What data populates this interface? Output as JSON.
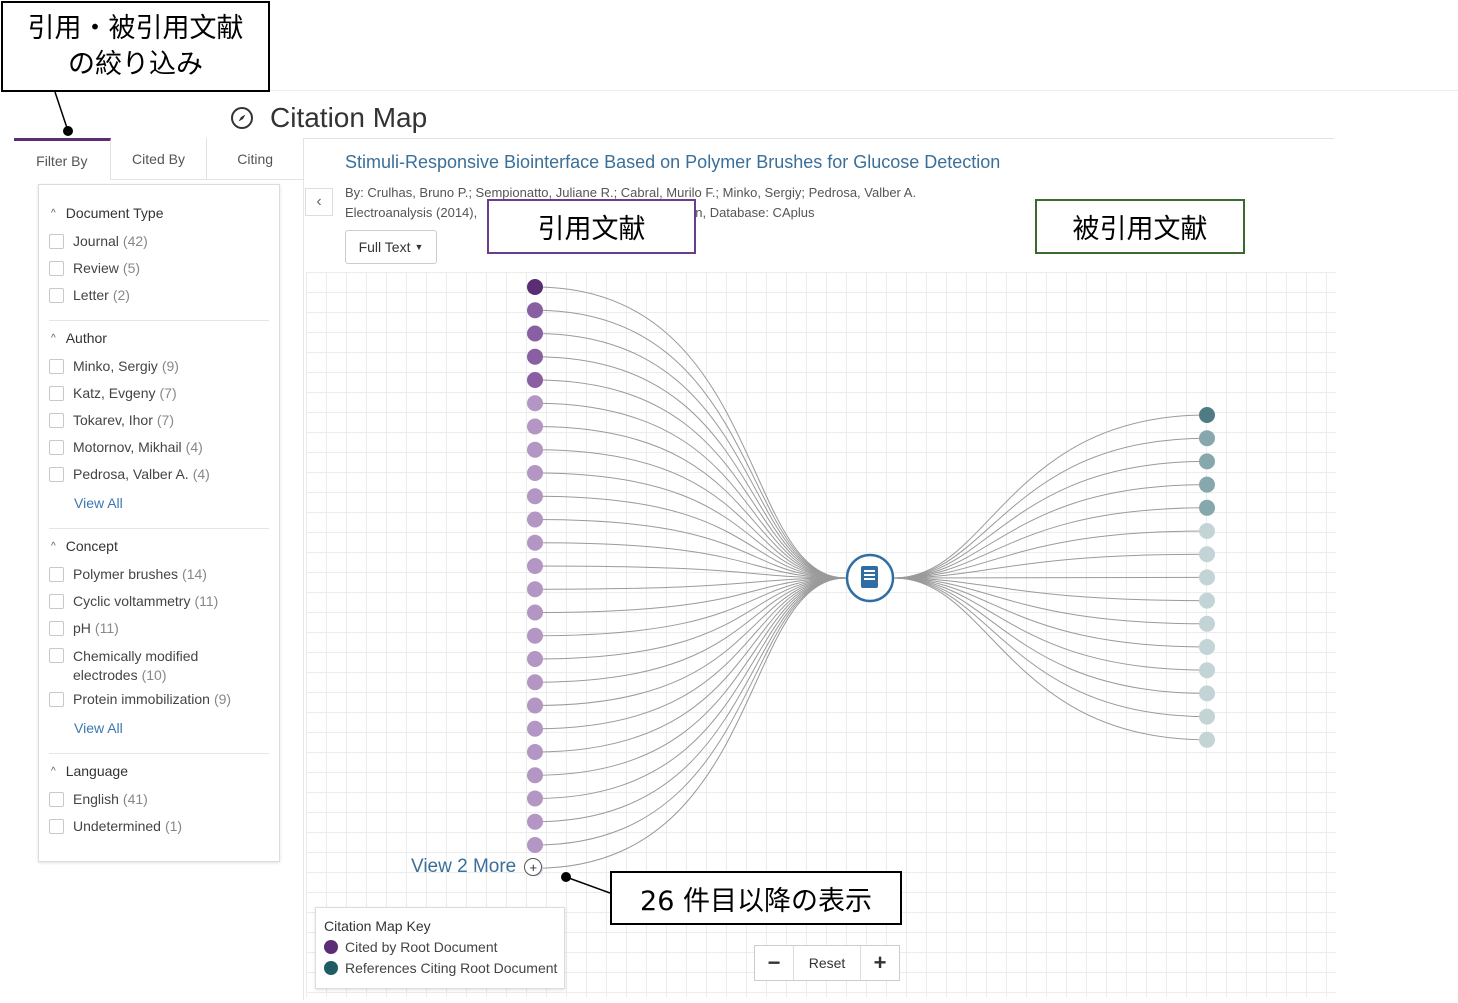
{
  "annotations": {
    "filter_callout_line1": "引用・被引用文献",
    "filter_callout_line2": "の絞り込み",
    "cited_label": "引用文献",
    "citing_label": "被引用文献",
    "more_label": "26 件目以降の表示"
  },
  "header": {
    "title": "Citation Map",
    "icon": "compass-icon"
  },
  "tabs": [
    {
      "label": "Filter By",
      "active": true
    },
    {
      "label": "Cited By",
      "active": false
    },
    {
      "label": "Citing",
      "active": false
    }
  ],
  "filters": {
    "document_type": {
      "heading": "Document Type",
      "options": [
        {
          "label": "Journal",
          "count": "(42)"
        },
        {
          "label": "Review",
          "count": "(5)"
        },
        {
          "label": "Letter",
          "count": "(2)"
        }
      ]
    },
    "author": {
      "heading": "Author",
      "options": [
        {
          "label": "Minko, Sergiy",
          "count": "(9)"
        },
        {
          "label": "Katz, Evgeny",
          "count": "(7)"
        },
        {
          "label": "Tokarev, Ihor",
          "count": "(7)"
        },
        {
          "label": "Motornov, Mikhail",
          "count": "(4)"
        },
        {
          "label": "Pedrosa, Valber A.",
          "count": "(4)"
        }
      ],
      "view_all": "View All"
    },
    "concept": {
      "heading": "Concept",
      "options": [
        {
          "label": "Polymer brushes",
          "count": "(14)"
        },
        {
          "label": "Cyclic voltammetry",
          "count": "(11)"
        },
        {
          "label": "pH",
          "count": "(11)"
        },
        {
          "label": "Chemically modified",
          "label2": "electrodes",
          "count": "(10)"
        },
        {
          "label": "Protein immobilization",
          "count": "(9)"
        }
      ],
      "view_all": "View All"
    },
    "language": {
      "heading": "Language",
      "options": [
        {
          "label": "English",
          "count": "(41)"
        },
        {
          "label": "Undetermined",
          "count": "(1)"
        }
      ]
    }
  },
  "article": {
    "title": "Stimuli-Responsive Biointerface Based on Polymer Brushes for Glucose Detection",
    "authors": "By: Crulhas, Bruno P.; Sempionatto, Juliane R.; Cabral, Murilo F.; Minko, Sergiy; Pedrosa, Valber A.",
    "source_start": "Electroanalysis (2014),",
    "source_end": "n, Database: CAplus",
    "full_text": "Full Text"
  },
  "map": {
    "left_node_count": 25,
    "right_node_count": 15,
    "root_icon": "book-icon",
    "view_more": "View 2 More"
  },
  "key": {
    "title": "Citation Map Key",
    "cited_by": "Cited by Root Document",
    "citing": "References Citing Root Document",
    "cited_color": "#5a2d75",
    "citing_color": "#1f5c63"
  },
  "zoom": {
    "minus": "−",
    "reset": "Reset",
    "plus": "+"
  }
}
